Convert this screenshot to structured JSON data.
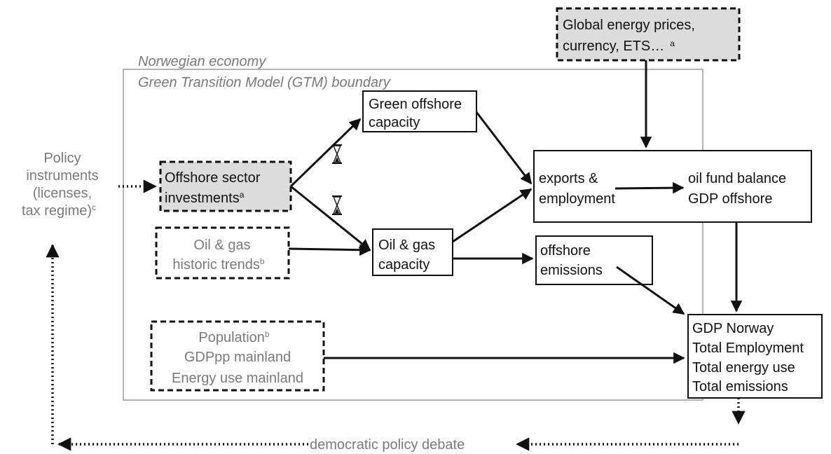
{
  "labels": {
    "norwegian_economy": "Norwegian economy",
    "gtm_boundary": "Green Transition Model (GTM) boundary",
    "democratic_debate": "democratic policy debate"
  },
  "nodes": {
    "global_prices": {
      "line1": "Global energy prices,",
      "line2": "currency, ETS…",
      "note": "a"
    },
    "policy": {
      "line1": "Policy",
      "line2": "instruments",
      "line3": "(licenses,",
      "line4": "tax regime)",
      "note": "c"
    },
    "offshore_investments": {
      "line1": "Offshore sector",
      "line2": "investments",
      "note": "a"
    },
    "green_capacity": {
      "line1": "Green offshore",
      "line2": "capacity"
    },
    "oil_gas_trends": {
      "line1": "Oil & gas",
      "line2": "historic trends",
      "note": "b"
    },
    "oil_gas_capacity": {
      "line1": "Oil & gas",
      "line2": "capacity"
    },
    "exports_employment": {
      "line1": "exports &",
      "line2": "employment"
    },
    "oil_fund": {
      "line1": "oil fund balance",
      "line2": "GDP offshore"
    },
    "offshore_emissions": {
      "line1": "offshore",
      "line2": "emissions"
    },
    "mainland": {
      "line1": "Population",
      "line1_note": "b",
      "line2": "GDPpp mainland",
      "line3": "Energy use mainland"
    },
    "totals": {
      "line1": "GDP Norway",
      "line2": "Total Employment",
      "line3": "Total energy use",
      "line4": "Total emissions"
    }
  },
  "icons": [
    "hourglass-icon",
    "hourglass-icon"
  ],
  "colors": {
    "shaded_fill": "#dcdcdc",
    "boundary": "#9a9a9a",
    "text_gray": "#7a7a7a",
    "line": "#111111"
  }
}
